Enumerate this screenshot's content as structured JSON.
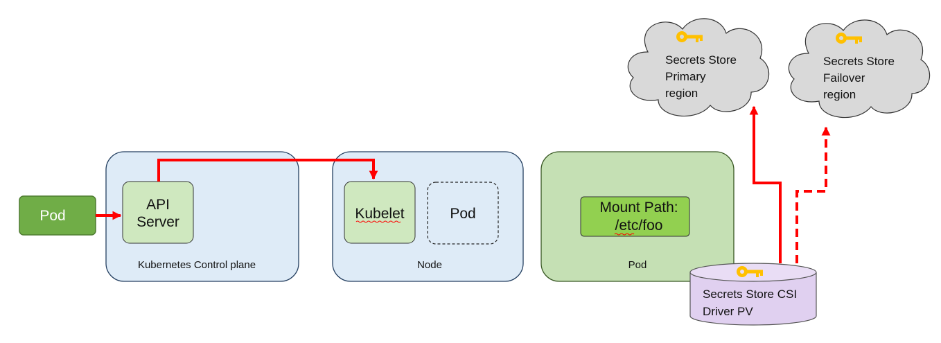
{
  "colors": {
    "arrow": "#ff0000",
    "panel_fill": "#deebf7",
    "panel_stroke": "#243f60",
    "box_fill": "#cfe8bf",
    "pod_fill": "#70ad47",
    "mount_fill": "#92d050",
    "pod_panel_fill": "#c5e0b4",
    "cloud_fill": "#d9d9d9",
    "cylinder_fill": "#e0d0f0",
    "key": "#ffc000"
  },
  "pod_left": {
    "label": "Pod"
  },
  "control_plane": {
    "label": "Kubernetes Control plane",
    "api_server": {
      "line1": "API",
      "line2": "Server"
    }
  },
  "node": {
    "label": "Node",
    "kubelet": {
      "label": "Kubelet"
    },
    "pod": {
      "label": "Pod"
    }
  },
  "pod_panel": {
    "label": "Pod",
    "mount_path": {
      "line1": "Mount Path:",
      "line2": "/etc/foo"
    }
  },
  "csi_driver": {
    "line1": "Secrets Store CSI",
    "line2": "Driver PV",
    "icon": "key-icon"
  },
  "cloud_primary": {
    "line1": "Secrets Store",
    "line2": "Primary",
    "line3": "region",
    "icon": "key-icon"
  },
  "cloud_failover": {
    "line1": "Secrets Store",
    "line2": "Failover",
    "line3": "region",
    "icon": "key-icon"
  }
}
